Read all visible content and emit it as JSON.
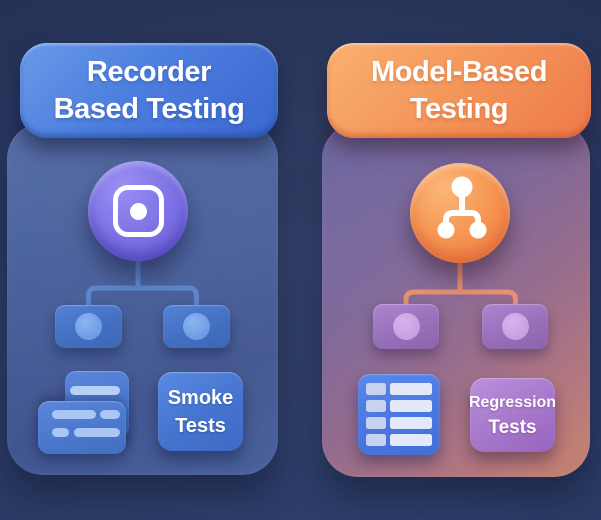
{
  "diagram": {
    "left": {
      "header": {
        "line1": "Recorder",
        "line2": "Based Testing"
      },
      "hero_icon": "record-icon",
      "artifact_icon": "logs-icon",
      "label": {
        "line1": "Smoke",
        "line2": "Tests"
      },
      "colors": {
        "header": "#4a7add",
        "panel": "#47609a",
        "hero": "#7d72e4",
        "node": "#4a74c8",
        "connector": "#5d85c8",
        "label_box": "#4574cf"
      }
    },
    "right": {
      "header": {
        "line1": "Model-Based",
        "line2": "Testing"
      },
      "hero_icon": "sitemap-icon",
      "artifact_icon": "table-icon",
      "label": {
        "line1": "Regression",
        "line2": "Tests"
      },
      "colors": {
        "header": "#f0854f",
        "panel": "#8a6890",
        "hero": "#f5934f",
        "node": "#9770ba",
        "connector": "#e58f73",
        "label_box": "#a777ca"
      }
    },
    "background": "#273560",
    "text_color": "#ffffff"
  }
}
